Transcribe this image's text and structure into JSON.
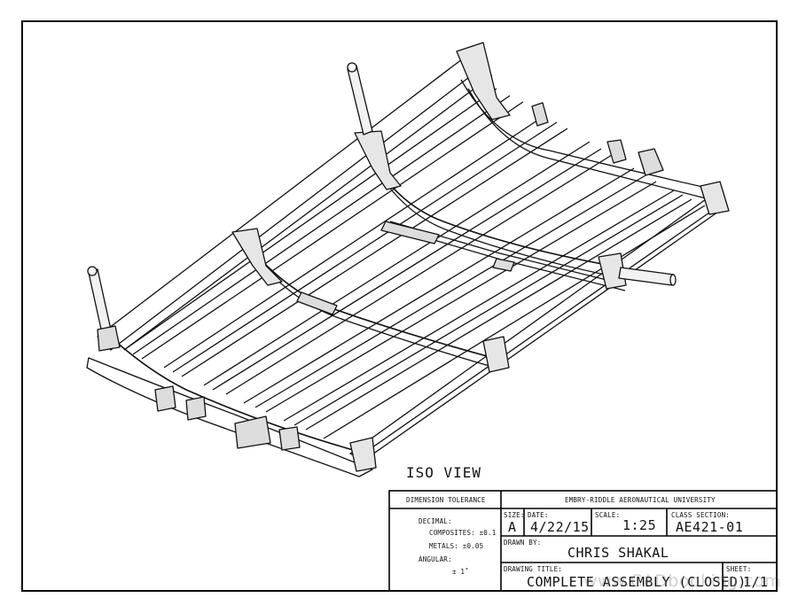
{
  "view_label": "ISO VIEW",
  "title_block": {
    "tolerance": {
      "heading": "DIMENSION TOLERANCE",
      "decimal_label": "DECIMAL:",
      "composites": "COMPOSITES: ±0.1",
      "metals": "METALS: ±0.05",
      "angular_label": "ANGULAR:",
      "angular_value": "± 1˚"
    },
    "university": "EMBRY-RIDDLE AERONAUTICAL UNIVERSITY",
    "size_label": "SIZE:",
    "size_value": "A",
    "date_label": "DATE:",
    "date_value": "4/22/15",
    "scale_label": "SCALE:",
    "scale_value": "1:25",
    "class_label": "CLASS SECTION:",
    "class_value": "AE421-01",
    "drawn_by_label": "DRAWN BY:",
    "drawn_by_value": "CHRIS SHAKAL",
    "title_label": "DRAWING TITLE:",
    "title_value": "COMPLETE ASSEMBLY (CLOSED)",
    "sheet_label": "SHEET:",
    "sheet_value": "1/1"
  },
  "watermark": "www.CADbooking.com"
}
